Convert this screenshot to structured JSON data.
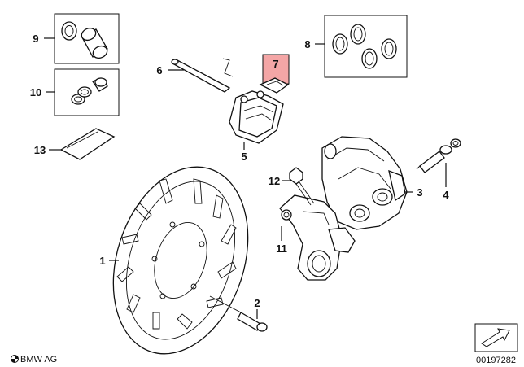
{
  "callouts": {
    "c1": "1",
    "c2": "2",
    "c3": "3",
    "c4": "4",
    "c5": "5",
    "c6": "6",
    "c7": "7",
    "c8": "8",
    "c9": "9",
    "c10": "10",
    "c11": "11",
    "c12": "12",
    "c13": "13"
  },
  "highlight_color": "#f4a6a6",
  "footer": {
    "brand": "BMW AG",
    "code": "00197282"
  }
}
